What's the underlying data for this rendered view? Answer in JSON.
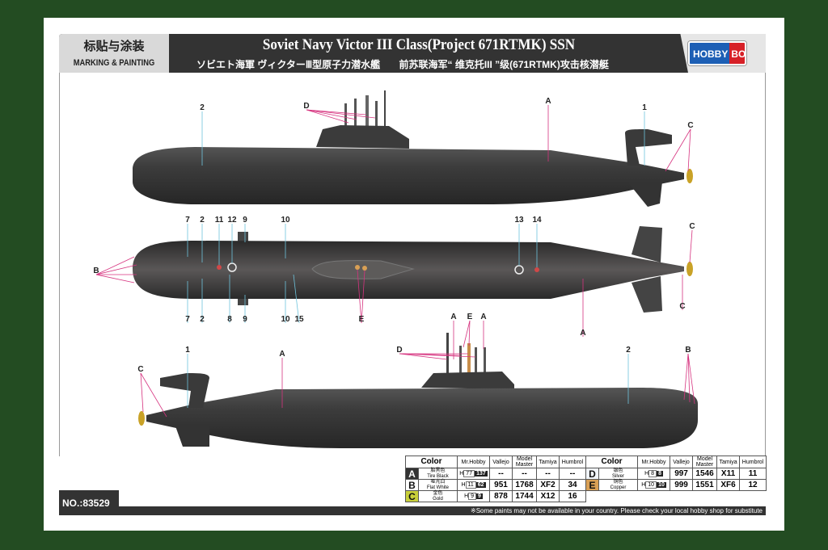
{
  "header": {
    "section_cn": "标贴与涂装",
    "section_en": "MARKING & PAINTING",
    "title": "Soviet Navy Victor III Class(Project 671RTMK) SSN",
    "subtitle_jp": "ソビエト海軍 ヴィクターⅢ型原子力潜水艦",
    "subtitle_cn": "前苏联海军“ 维克托III ”级(671RTMK)攻击核潜艇",
    "logo_left": "HOBBY",
    "logo_right": "BOSS"
  },
  "callouts": {
    "side1": [
      "D",
      "A",
      "2",
      "1",
      "C"
    ],
    "top": [
      "7",
      "2",
      "11",
      "12",
      "9",
      "10",
      "13",
      "14",
      "C",
      "B",
      "7",
      "2",
      "8",
      "9",
      "10",
      "15",
      "E",
      "A",
      "C"
    ],
    "side2": [
      "A",
      "E",
      "A",
      "D",
      "A",
      "1",
      "2",
      "B",
      "C"
    ]
  },
  "colors": {
    "hull": "#3a3a3a",
    "leader_letter": "#d6337f",
    "leader_number": "#6ec3dc",
    "gold": "#c9a227",
    "background": "#234c22"
  },
  "paint_table": {
    "headers": [
      "Color",
      "Mr.Hobby",
      "Vallejo",
      "Model Master",
      "Tamiya",
      "Humbrol"
    ],
    "rows": [
      {
        "key": "A",
        "cn": "胎黑色",
        "en": "Tire Black",
        "hobby": [
          "77",
          "137"
        ],
        "vallejo": "--",
        "mm": "--",
        "tamiya": "--",
        "humbrol": "--",
        "swatch": "#333333",
        "text": "#ffffff"
      },
      {
        "key": "B",
        "cn": "哑光白",
        "en": "Flat White",
        "hobby": [
          "11",
          "62"
        ],
        "vallejo": "951",
        "mm": "1768",
        "tamiya": "XF2",
        "humbrol": "34",
        "swatch": "#ffffff",
        "text": "#111111"
      },
      {
        "key": "C",
        "cn": "金色",
        "en": "Gold",
        "hobby": [
          "9",
          "9"
        ],
        "vallejo": "878",
        "mm": "1744",
        "tamiya": "X12",
        "humbrol": "16",
        "swatch": "#c8cf3a",
        "text": "#111111"
      },
      {
        "key": "D",
        "cn": "银色",
        "en": "Silver",
        "hobby": [
          "8",
          "8"
        ],
        "vallejo": "997",
        "mm": "1546",
        "tamiya": "X11",
        "humbrol": "11",
        "swatch": "#f1f4f8",
        "text": "#111111"
      },
      {
        "key": "E",
        "cn": "铜色",
        "en": "Copper",
        "hobby": [
          "10",
          "10"
        ],
        "vallejo": "999",
        "mm": "1551",
        "tamiya": "XF6",
        "humbrol": "12",
        "swatch": "#d9a055",
        "text": "#111111"
      }
    ]
  },
  "footer": {
    "number": "NO.:83529",
    "note": "※Some paints may not be available in your country. Please check your local hobby shop for substitute"
  }
}
